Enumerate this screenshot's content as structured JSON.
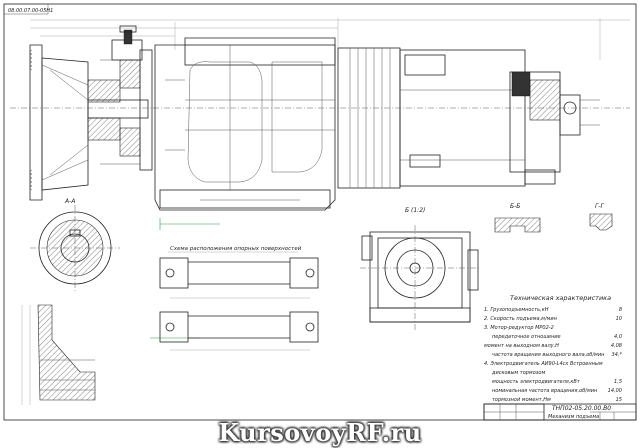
{
  "drawing": {
    "stamp_code": "08.00.07.00-05Н1",
    "view_aa": "А-А",
    "view_b": "Б (1:2)",
    "view_bb": "Б-Б",
    "view_gg": "Г-Г",
    "support_caption": "Схема расположения опорных поверхностей",
    "tech_title": "Техническая характеристика",
    "tech_lines": [
      {
        "text": "1. Грузоподъемность,кН",
        "value": "8"
      },
      {
        "text": "2. Скорость подъема,м/мин",
        "value": "10"
      },
      {
        "text": "3. Мотор-редуктор МР02-2",
        "value": ""
      },
      {
        "text": "передаточное отношение",
        "value": "4,0"
      },
      {
        "text": "момент на выходном валу,Н",
        "value": "4,08"
      },
      {
        "text": "частота вращения выходного вала,об/мин",
        "value": "34,*"
      },
      {
        "text": "4. Электродвигатель АИ90-L4сх Встроенным",
        "value": ""
      },
      {
        "text": "дисковым тормозом",
        "value": ""
      },
      {
        "text": "мощность электродвигателя,кВт",
        "value": "1,5"
      },
      {
        "text": "номинальная частота вращения,об/мин",
        "value": "14,00"
      },
      {
        "text": "тормозной момент,Нм",
        "value": "15"
      }
    ],
    "title_block": {
      "code": "ТНП02-05.20.00.В0",
      "name": "Механизм подъема"
    }
  },
  "watermark": {
    "main": "Kursovoy",
    "rf": "RF",
    "suffix": ".ru"
  }
}
